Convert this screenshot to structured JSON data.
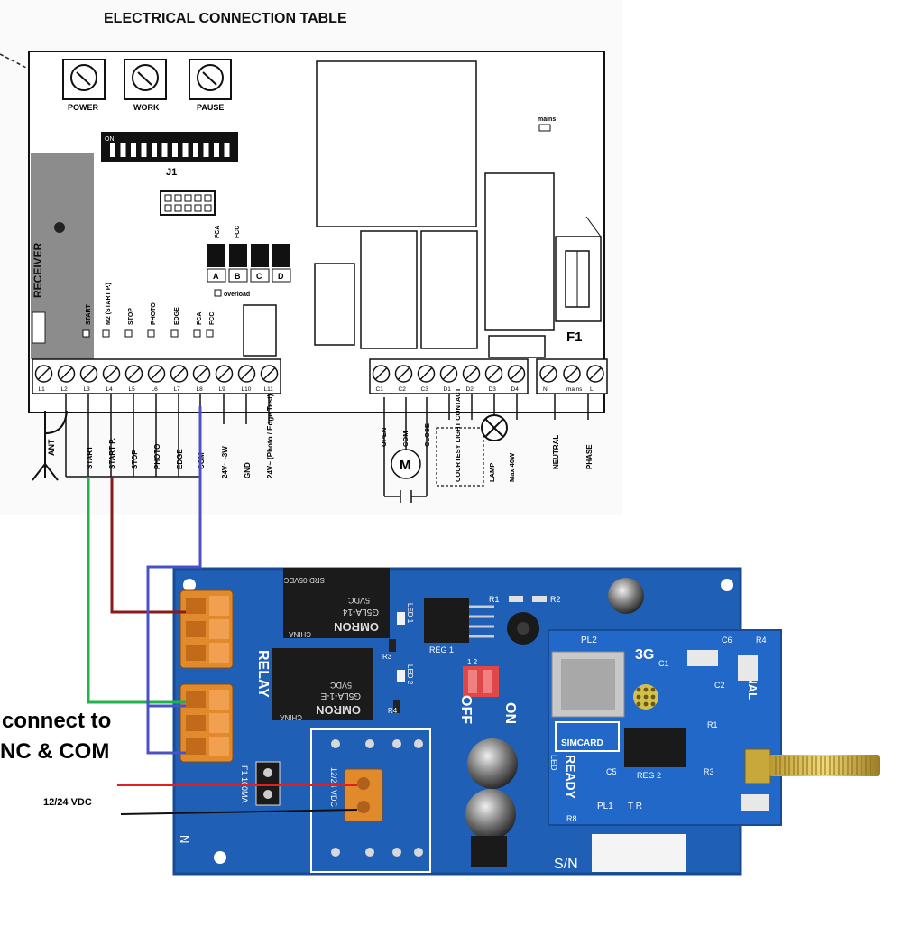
{
  "table": {
    "title": "ELECTRICAL CONNECTION TABLE",
    "trimmers": [
      "POWER",
      "WORK",
      "PAUSE"
    ],
    "dip_on": "ON",
    "dip_name": "J1",
    "mains_small": "mains",
    "receiver": "RECEIVER",
    "leds_top": [
      "FCA",
      "FCC"
    ],
    "leds_top_letters": [
      "A",
      "B",
      "C",
      "D"
    ],
    "overload": "overload",
    "input_leds": [
      "START",
      "M2 (START P.)",
      "STOP",
      "PHOTO",
      "EDGE",
      "FCA",
      "FCC"
    ],
    "fuse": "F1",
    "terminals_left": [
      "L1",
      "L2",
      "L3",
      "L4",
      "L5",
      "L6",
      "L7",
      "L8",
      "L9",
      "L10",
      "L11"
    ],
    "terminals_mid": [
      "C1",
      "C2",
      "C3",
      "D1",
      "D2",
      "D3",
      "D4"
    ],
    "terminals_right": [
      "N",
      "mains",
      "L"
    ],
    "wires_left": [
      "ANT",
      "START",
      "START P.",
      "STOP",
      "PHOTO",
      "EDGE",
      "COM",
      "24V~ -3W",
      "GND",
      "24V~ (Photo / Edge Test)"
    ],
    "wires_mid": [
      "OPEN",
      "COM",
      "CLOSE",
      "COURTESY LIGHT CONTACT",
      "LAMP",
      "Max 40W"
    ],
    "motor": "M",
    "wires_right": [
      "NEUTRAL",
      "PHASE"
    ]
  },
  "annotations": {
    "connect_line1": "connect to",
    "connect_line2": "NC & COM",
    "supply": "12/24 VDC"
  },
  "board": {
    "relay_label": "RELAY",
    "relay1": [
      "SRD-05VDC",
      "OMRON",
      "G5LA-14",
      "5VDC",
      "CHINA"
    ],
    "relay2": [
      "OMRON",
      "G5LA-1-E",
      "5VDC",
      "CHINA"
    ],
    "reg1": "REG 1",
    "led1": "LED 1",
    "led2": "LED 2",
    "r1": "R1",
    "r2": "R2",
    "r3": "R3",
    "r4": "R4",
    "off": "OFF",
    "on": "ON",
    "dip_nums": "1 2",
    "fuse": "F1 100MA",
    "vdc": "12/24 VDC",
    "n": "N",
    "sn": "S/N",
    "module": {
      "pl2": "PL2",
      "pl1": "PL1",
      "tech": "3G",
      "c1": "C1",
      "c2": "C2",
      "c5": "C5",
      "c6": "C6",
      "reg2": "REG 2",
      "r1": "R1",
      "r3": "R3",
      "r4": "R4",
      "r8": "R8",
      "simcard": "SIMCARD",
      "ready": "READY",
      "signal": "SIGNAL",
      "led": "LED",
      "tr": "T   R"
    }
  },
  "colors": {
    "green_wire": "#21b24b",
    "red_wire": "#8b1a1a",
    "blue_wire": "#4a52c8",
    "pcb": "#1f5fb5",
    "pcb_dark": "#174c94",
    "terminal": "#e08a2c",
    "supply_red": "#e02020"
  }
}
